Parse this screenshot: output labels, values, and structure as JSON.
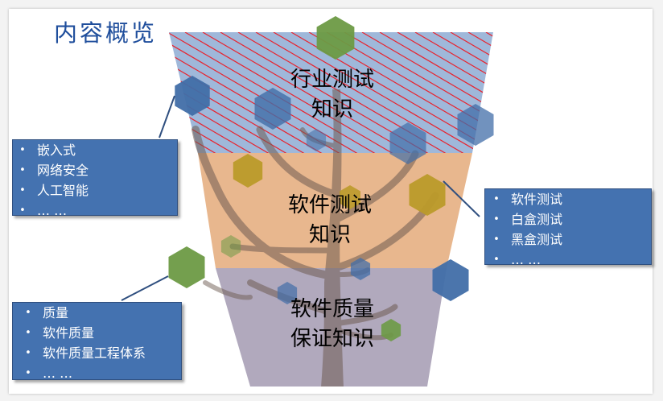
{
  "title": "内容概览",
  "funnel": {
    "top": {
      "line1": "行业测试",
      "line2": "知识",
      "fill": "#9fb8da"
    },
    "middle": {
      "line1": "软件测试",
      "line2": "知识",
      "fill": "#e8b78e"
    },
    "bottom": {
      "line1": "软件质量",
      "line2": "保证知识",
      "fill": "#b1a9bd"
    },
    "hatch_color": "#e8242f"
  },
  "callouts": {
    "industry": {
      "items": [
        "嵌入式",
        "网络安全",
        "人工智能",
        "… …"
      ]
    },
    "software_testing": {
      "items": [
        "软件测试",
        "白盒测试",
        "黑盒测试",
        "… …"
      ]
    },
    "quality": {
      "items": [
        "质量",
        "软件质量",
        "软件质量工程体系",
        "… …"
      ]
    }
  },
  "colors": {
    "callout_fill": "#4472b0",
    "title": "#1f4e9c",
    "hex_green": "#6d9a45",
    "hex_blue": "#416ea8",
    "hex_olive": "#bb9a2a",
    "tree": "#8c7a70"
  },
  "bullet_symbol": "•"
}
